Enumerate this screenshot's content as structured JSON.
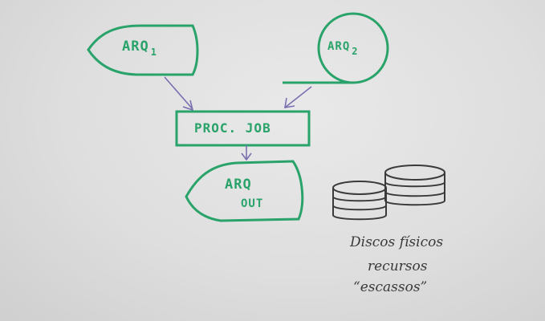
{
  "nodes": {
    "arq1": {
      "main": "ARQ",
      "sub": "1"
    },
    "arq2": {
      "main": "ARQ",
      "sub": "2"
    },
    "proc": {
      "label": "PROC. JOB"
    },
    "out": {
      "line1": "ARQ",
      "line2": "OUT"
    }
  },
  "notes": {
    "line1": "Discos físicos",
    "line2": "recursos",
    "line3": "“escassos”"
  },
  "colors": {
    "green_marker": "#2aa36a",
    "arrow_purple": "#7a6fb0",
    "dark_marker": "#3a3a3a"
  }
}
